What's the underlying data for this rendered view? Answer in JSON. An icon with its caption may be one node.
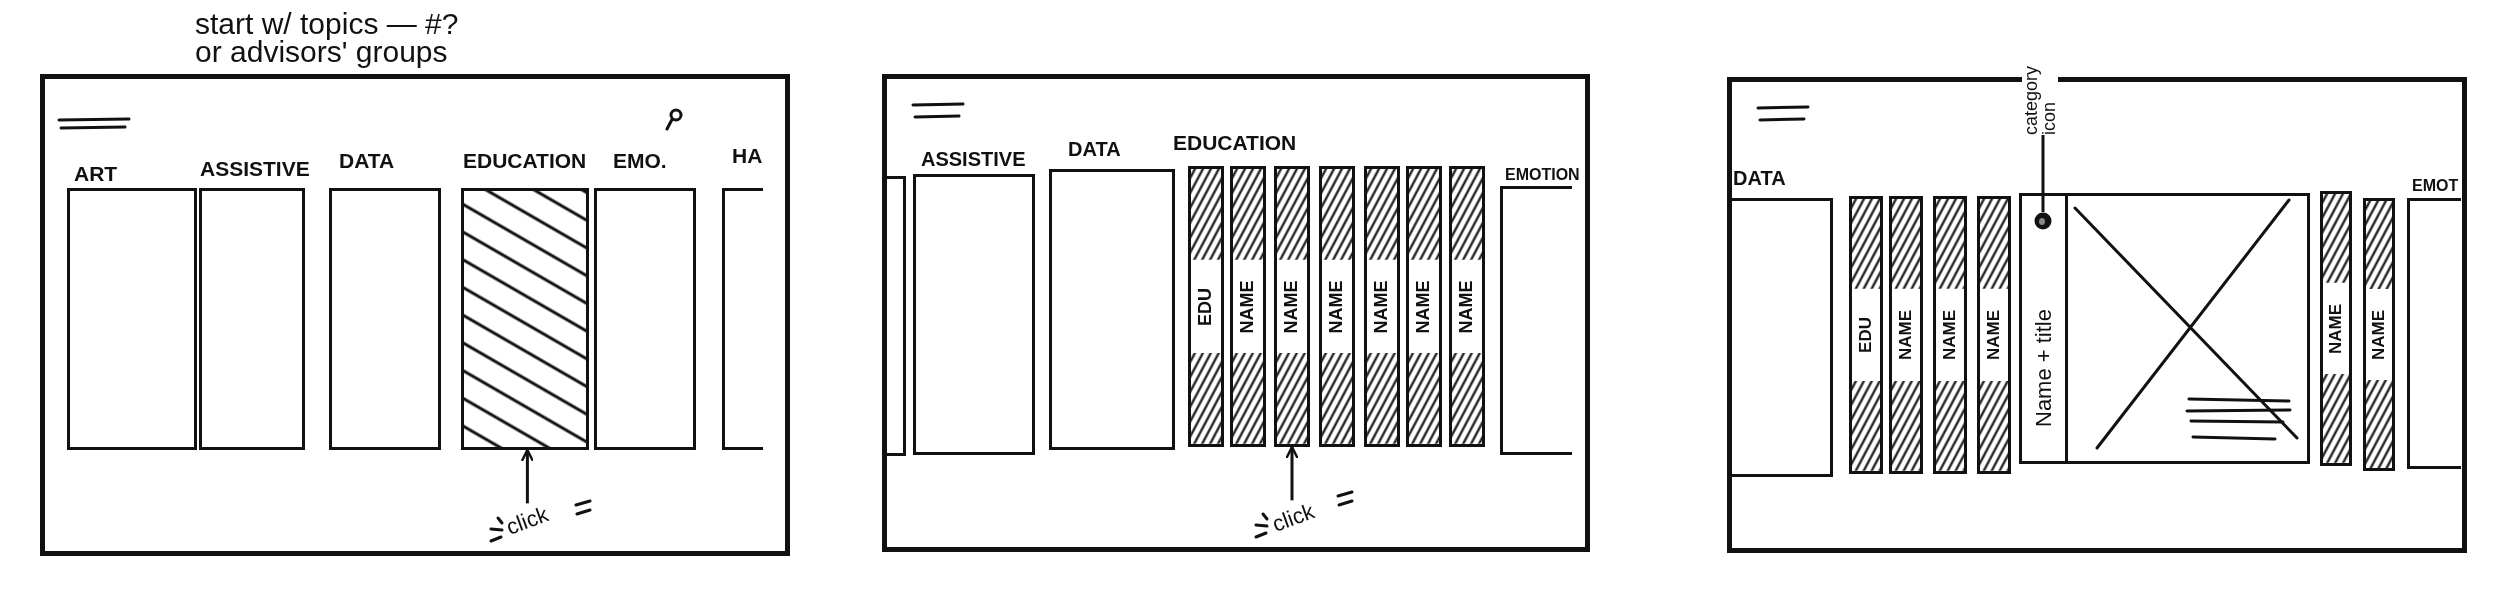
{
  "diagram": {
    "nodes": [
      {
        "text": [],
        "shape": "box"
      },
      {
        "text": [
          "ART"
        ],
        "in": 0
      },
      {
        "text": [
          "ASSISTIVE"
        ],
        "in": 0
      },
      {
        "text": [
          "DATA"
        ],
        "in": 0
      },
      {
        "text": [
          "EDUCATION"
        ],
        "in": 0
      },
      {
        "text": [
          "EMO."
        ],
        "in": 0
      },
      {
        "text": [
          "HA"
        ],
        "in": 0
      },
      {
        "text": [
          "click"
        ],
        "in": 0
      },
      {
        "text": [],
        "shape": "box"
      },
      {
        "text": [],
        "shape": "box",
        "in": 8
      },
      {
        "text": [
          "ASSISTIVE"
        ],
        "in": 8
      },
      {
        "text": [
          "DATA"
        ],
        "in": 8
      },
      {
        "text": [
          "EDU"
        ],
        "in": 8
      },
      {
        "text": [
          "NAME"
        ],
        "in": 8
      },
      {
        "text": [
          "NAME"
        ],
        "in": 8
      },
      {
        "text": [
          "NAME"
        ],
        "in": 8
      },
      {
        "text": [
          "NAME"
        ],
        "in": 8
      },
      {
        "text": [
          "NAME"
        ],
        "in": 8
      },
      {
        "text": [
          "NAME"
        ],
        "in": 8
      },
      {
        "text": [
          "EMOTION"
        ],
        "in": 8
      },
      {
        "text": [
          "click"
        ],
        "in": 8
      },
      {
        "text": [
          "category icon"
        ]
      },
      {
        "text": [],
        "shape": "box"
      },
      {
        "text": [
          "DATA"
        ],
        "in": 22
      },
      {
        "text": [
          "EDU"
        ],
        "in": 22
      },
      {
        "text": [
          "NAME"
        ],
        "in": 22
      },
      {
        "text": [
          "NAME"
        ],
        "in": 22
      },
      {
        "text": [
          "NAME"
        ],
        "in": 22
      },
      {
        "text": [
          "Name + title"
        ],
        "in": 22
      },
      {
        "text": [],
        "shape": "circle",
        "in": 28
      },
      {
        "text": [
          "NAME"
        ],
        "in": 22
      },
      {
        "text": [
          "NAME"
        ],
        "in": 22
      },
      {
        "text": [
          "EMOT"
        ],
        "in": 22
      }
    ],
    "edges": [
      {
        "from": 7,
        "to": 4,
        "arrow": "to"
      },
      {
        "from": 20,
        "to": 14,
        "arrow": "to"
      },
      {
        "from": 21,
        "to": 29,
        "arrow": "none"
      }
    ],
    "labels": [
      "start w/ topics — #? or advisors' groups",
      "EDUCATION"
    ]
  }
}
